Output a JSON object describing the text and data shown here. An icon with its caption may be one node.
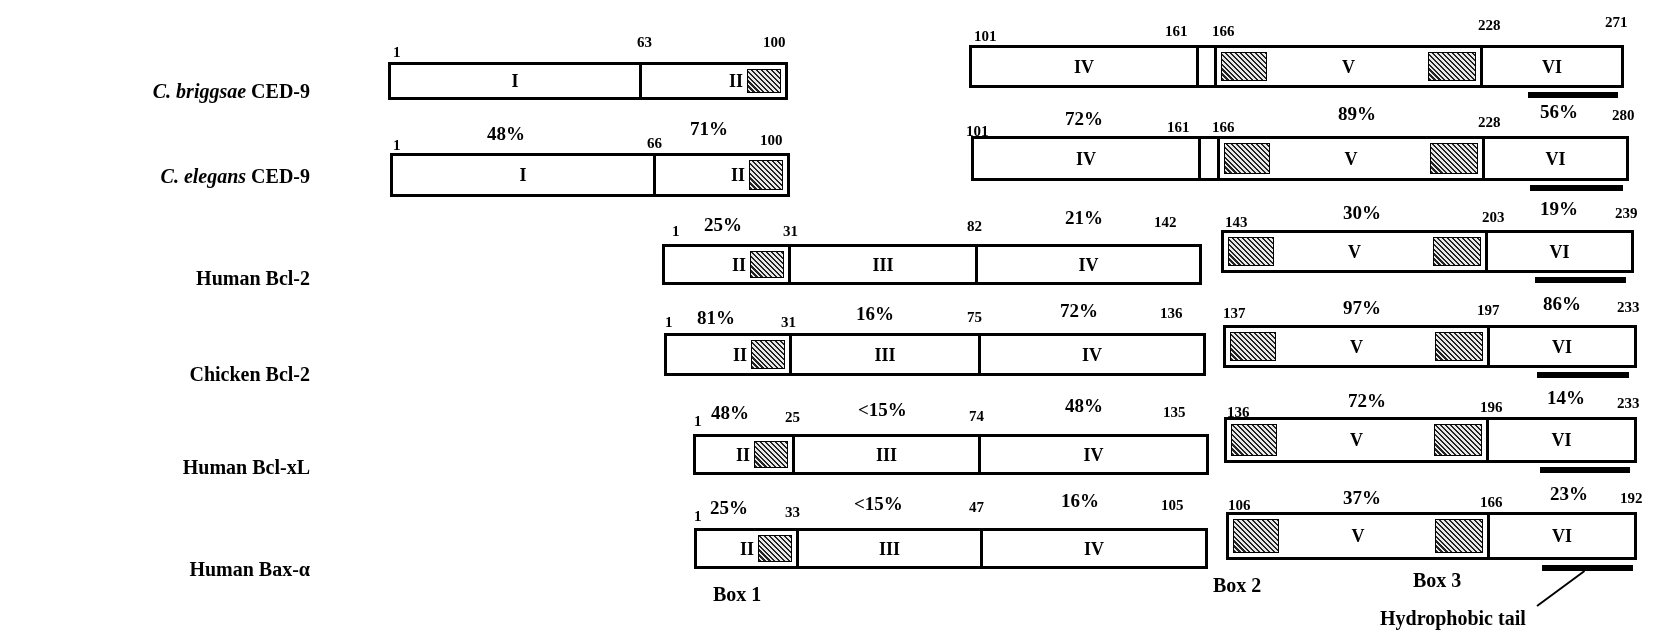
{
  "diagram": {
    "nodes": [
      {
        "text": [
          "I"
        ]
      },
      {
        "text": [
          "II"
        ]
      },
      {
        "text": [
          "IV"
        ]
      },
      {
        "text": [],
        "shape": "box"
      },
      {
        "text": [
          "V"
        ]
      },
      {
        "text": [
          "VI"
        ]
      },
      {
        "text": [],
        "shape": "bar"
      },
      {
        "text": [
          "I"
        ]
      },
      {
        "text": [
          "II"
        ]
      },
      {
        "text": [
          "IV"
        ]
      },
      {
        "text": [],
        "shape": "box"
      },
      {
        "text": [
          "V"
        ]
      },
      {
        "text": [
          "VI"
        ]
      },
      {
        "text": [],
        "shape": "bar"
      },
      {
        "text": [
          "II"
        ]
      },
      {
        "text": [
          "III"
        ]
      },
      {
        "text": [
          "IV"
        ]
      },
      {
        "text": [
          "V"
        ]
      },
      {
        "text": [
          "VI"
        ]
      },
      {
        "text": [],
        "shape": "bar"
      },
      {
        "text": [
          "II"
        ]
      },
      {
        "text": [
          "III"
        ]
      },
      {
        "text": [
          "IV"
        ]
      },
      {
        "text": [
          "V"
        ]
      },
      {
        "text": [
          "VI"
        ]
      },
      {
        "text": [],
        "shape": "bar"
      },
      {
        "text": [
          "II"
        ]
      },
      {
        "text": [
          "III"
        ]
      },
      {
        "text": [
          "IV"
        ]
      },
      {
        "text": [
          "V"
        ]
      },
      {
        "text": [
          "VI"
        ]
      },
      {
        "text": [],
        "shape": "bar"
      },
      {
        "text": [
          "II"
        ]
      },
      {
        "text": [
          "III"
        ]
      },
      {
        "text": [
          "IV"
        ]
      },
      {
        "text": [
          "V"
        ]
      },
      {
        "text": [
          "VI"
        ]
      },
      {
        "text": [],
        "shape": "bar"
      },
      {
        "text": [
          "Hydrophobic tail"
        ]
      }
    ],
    "edges": [
      {
        "from": 38,
        "to": 37,
        "arrow": "none"
      }
    ],
    "labels": [
      "1",
      "63",
      "100",
      "101",
      "161",
      "166",
      "228",
      "271",
      "*C. briggsae* CED-9",
      "1",
      "48%",
      "66",
      "71%",
      "100",
      "101",
      "72%",
      "161",
      "166",
      "89%",
      "228",
      "56%",
      "280",
      "*C. elegans* CED-9",
      "1",
      "25%",
      "31",
      "82",
      "21%",
      "142",
      "143",
      "30%",
      "203",
      "19%",
      "239",
      "Human Bcl-2",
      "1",
      "81%",
      "31",
      "16%",
      "75",
      "72%",
      "136",
      "137",
      "97%",
      "197",
      "86%",
      "233",
      "Chicken Bcl-2",
      "1",
      "48%",
      "25",
      "<15%",
      "74",
      "48%",
      "135",
      "136",
      "72%",
      "196",
      "14%",
      "233",
      "Human Bcl-xL",
      "1",
      "25%",
      "33",
      "<15%",
      "47",
      "16%",
      "105",
      "106",
      "37%",
      "166",
      "23%",
      "192",
      "Human Bax-α",
      "Box 1",
      "Box 2",
      "Box 3"
    ]
  }
}
